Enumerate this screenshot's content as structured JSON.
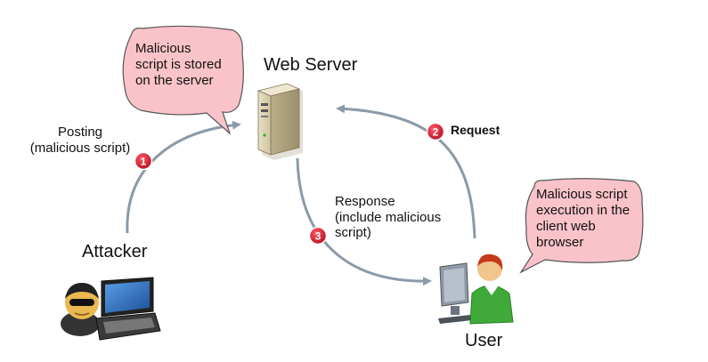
{
  "nodes": {
    "web_server": "Web Server",
    "attacker": "Attacker",
    "user": "User"
  },
  "callouts": {
    "server_note": "Malicious\nscript is stored\non the server",
    "client_note": "Malicious script\nexecution in the\nclient web\nbrowser"
  },
  "steps": [
    {
      "number": "1",
      "label": "Posting\n(malicious script)"
    },
    {
      "number": "2",
      "label": "Request"
    },
    {
      "number": "3",
      "label": "Response\n(include malicious\nscript)"
    }
  ],
  "colors": {
    "arrow": "#8a9aa8",
    "bubble_fill": "#f9c3c9",
    "bubble_stroke": "#555555",
    "step_badge": "#d0152a"
  },
  "icons": {
    "server": "server-tower-icon",
    "attacker": "hacker-laptop-icon",
    "user": "user-computer-icon"
  }
}
